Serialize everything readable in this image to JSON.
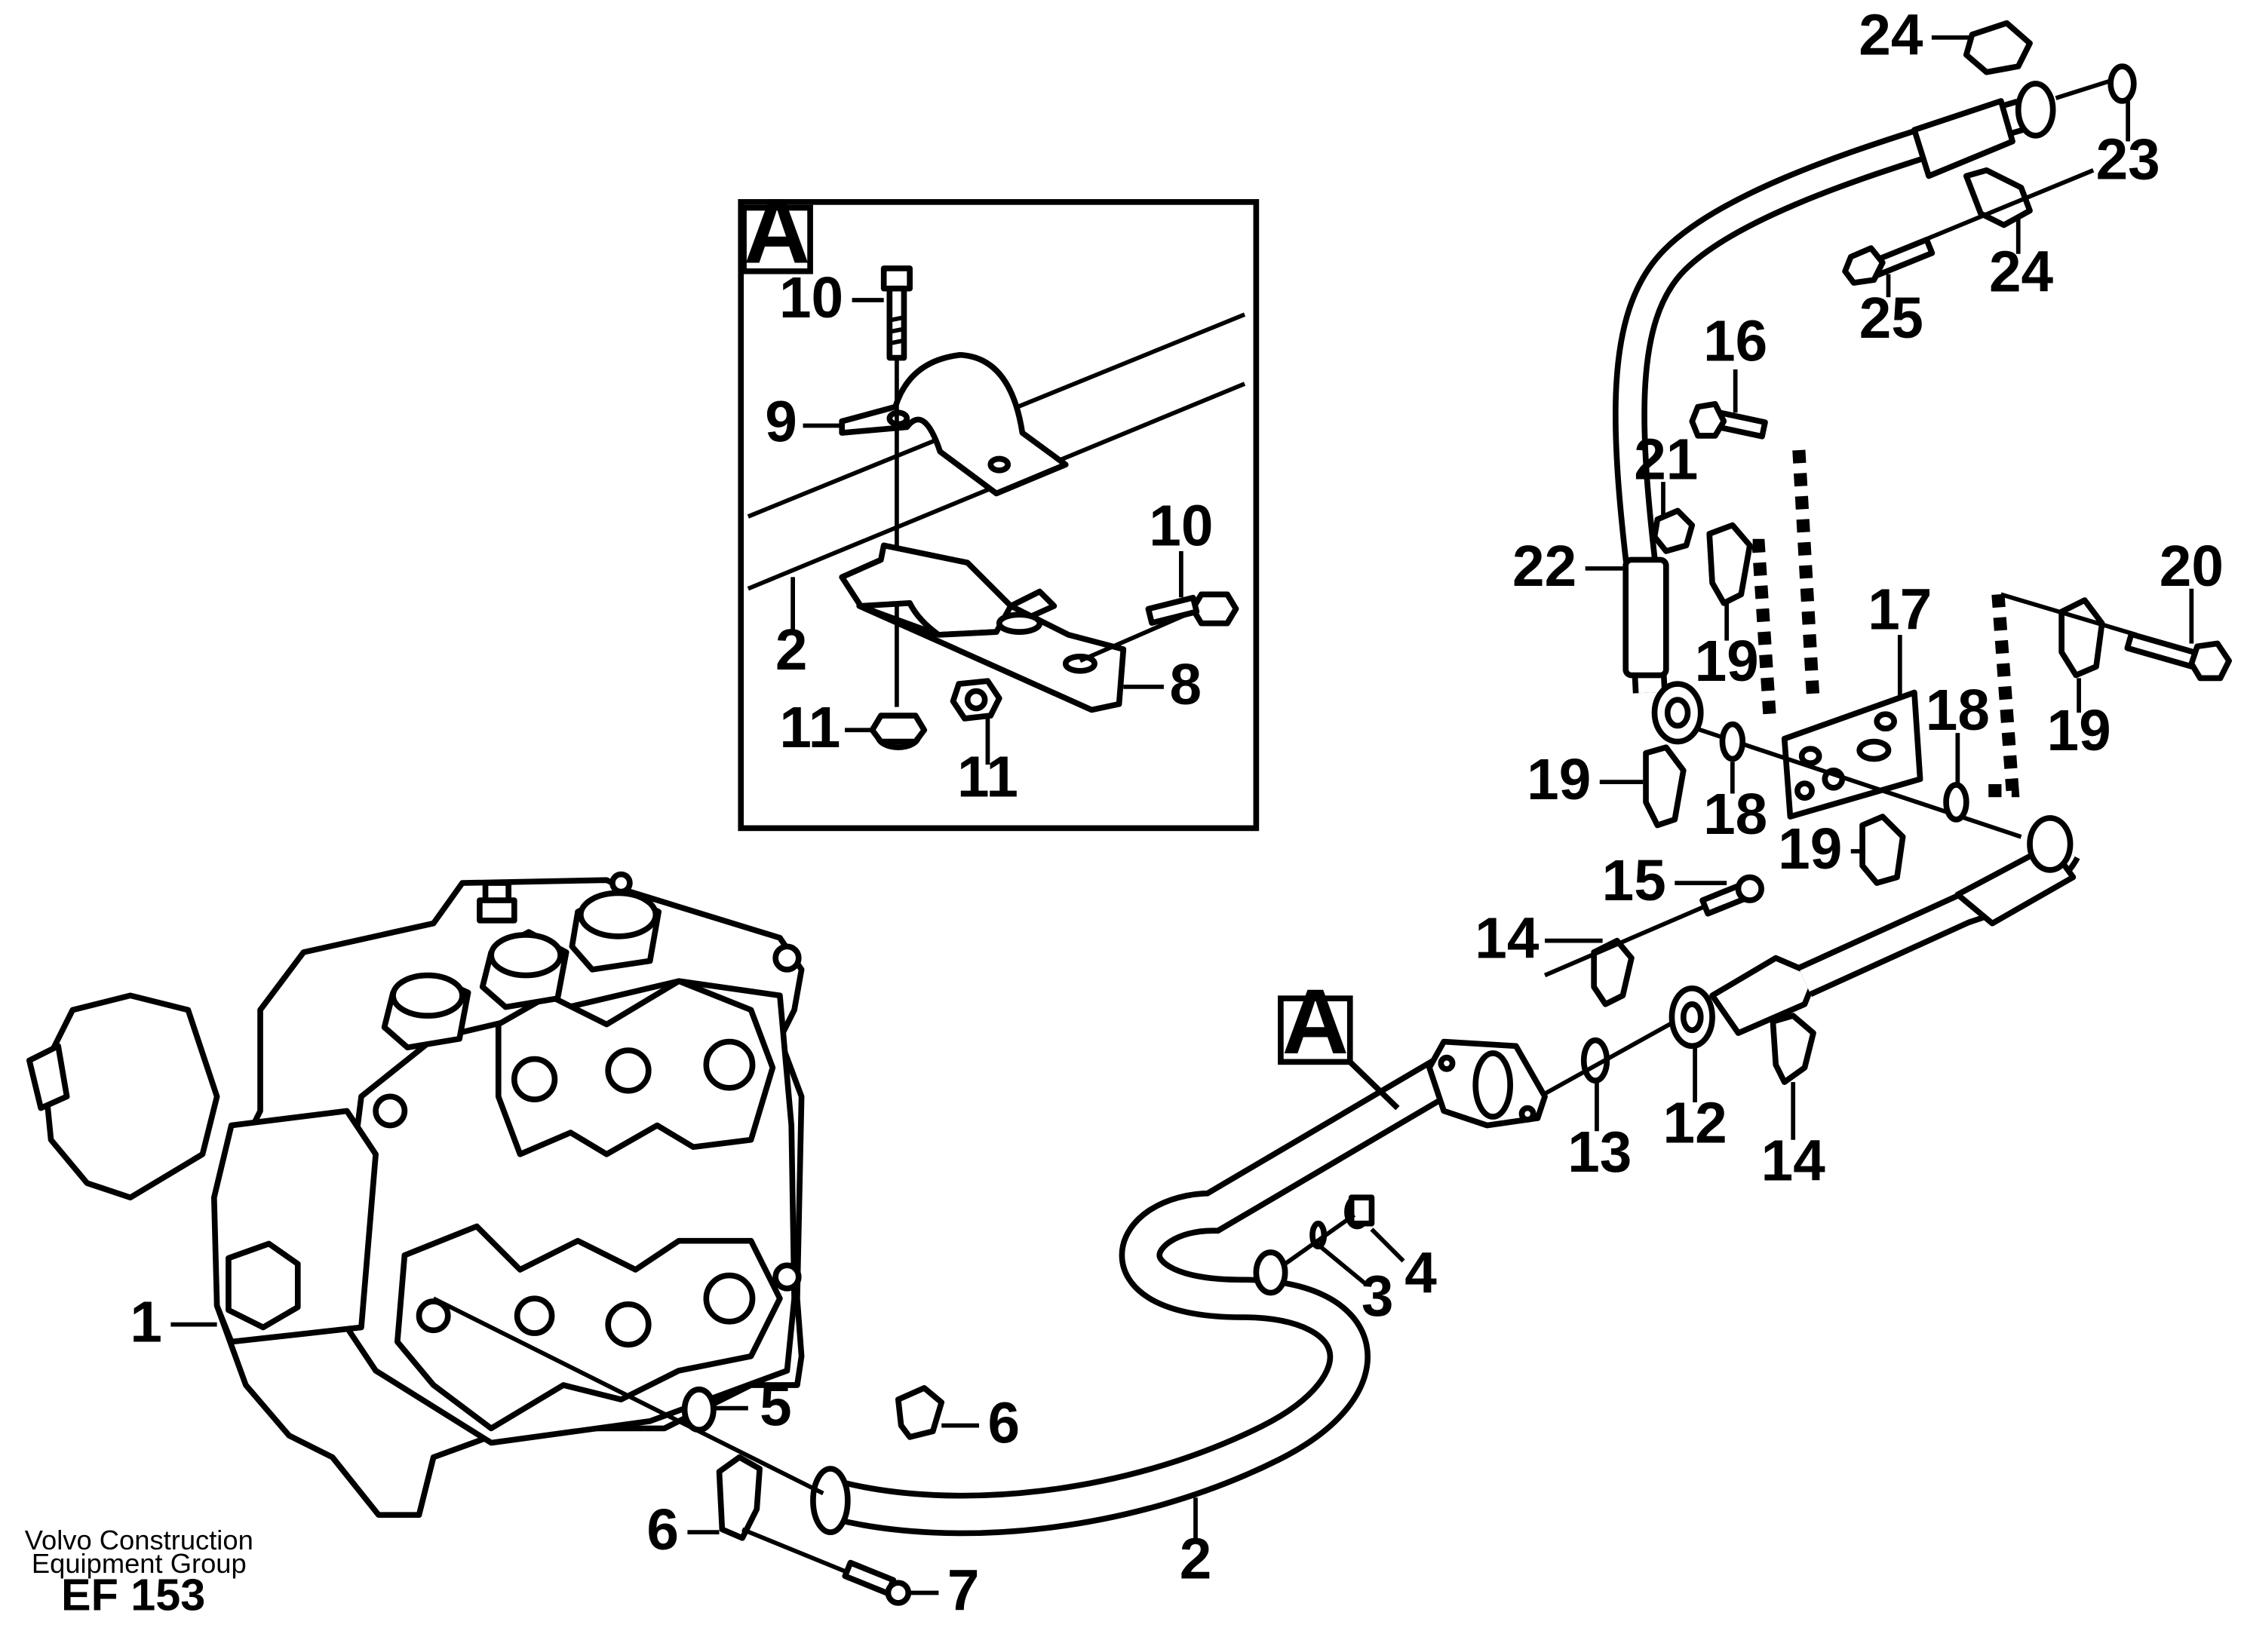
{
  "detail_box": {
    "label": "A"
  },
  "reference_tag": {
    "label": "A"
  },
  "callouts": {
    "c1": "1",
    "c2_main": "2",
    "c2_detail": "2",
    "c3": "3",
    "c4": "4",
    "c5": "5",
    "c6_upper": "6",
    "c6_lower": "6",
    "c7": "7",
    "c8": "8",
    "c9": "9",
    "c10_top": "10",
    "c10_side": "10",
    "c11_left": "11",
    "c11_right": "11",
    "c12": "12",
    "c13": "13",
    "c14_upper": "14",
    "c14_lower": "14",
    "c15": "15",
    "c16": "16",
    "c17": "17",
    "c18_left": "18",
    "c18_right": "18",
    "c19_a": "19",
    "c19_b": "19",
    "c19_c": "19",
    "c19_d": "19",
    "c20": "20",
    "c21": "21",
    "c22": "22",
    "c23": "23",
    "c24_top": "24",
    "c24_lower": "24",
    "c25": "25"
  },
  "footer": {
    "line1": "Volvo Construction",
    "line2": "Equipment Group",
    "code": "EF 153"
  }
}
